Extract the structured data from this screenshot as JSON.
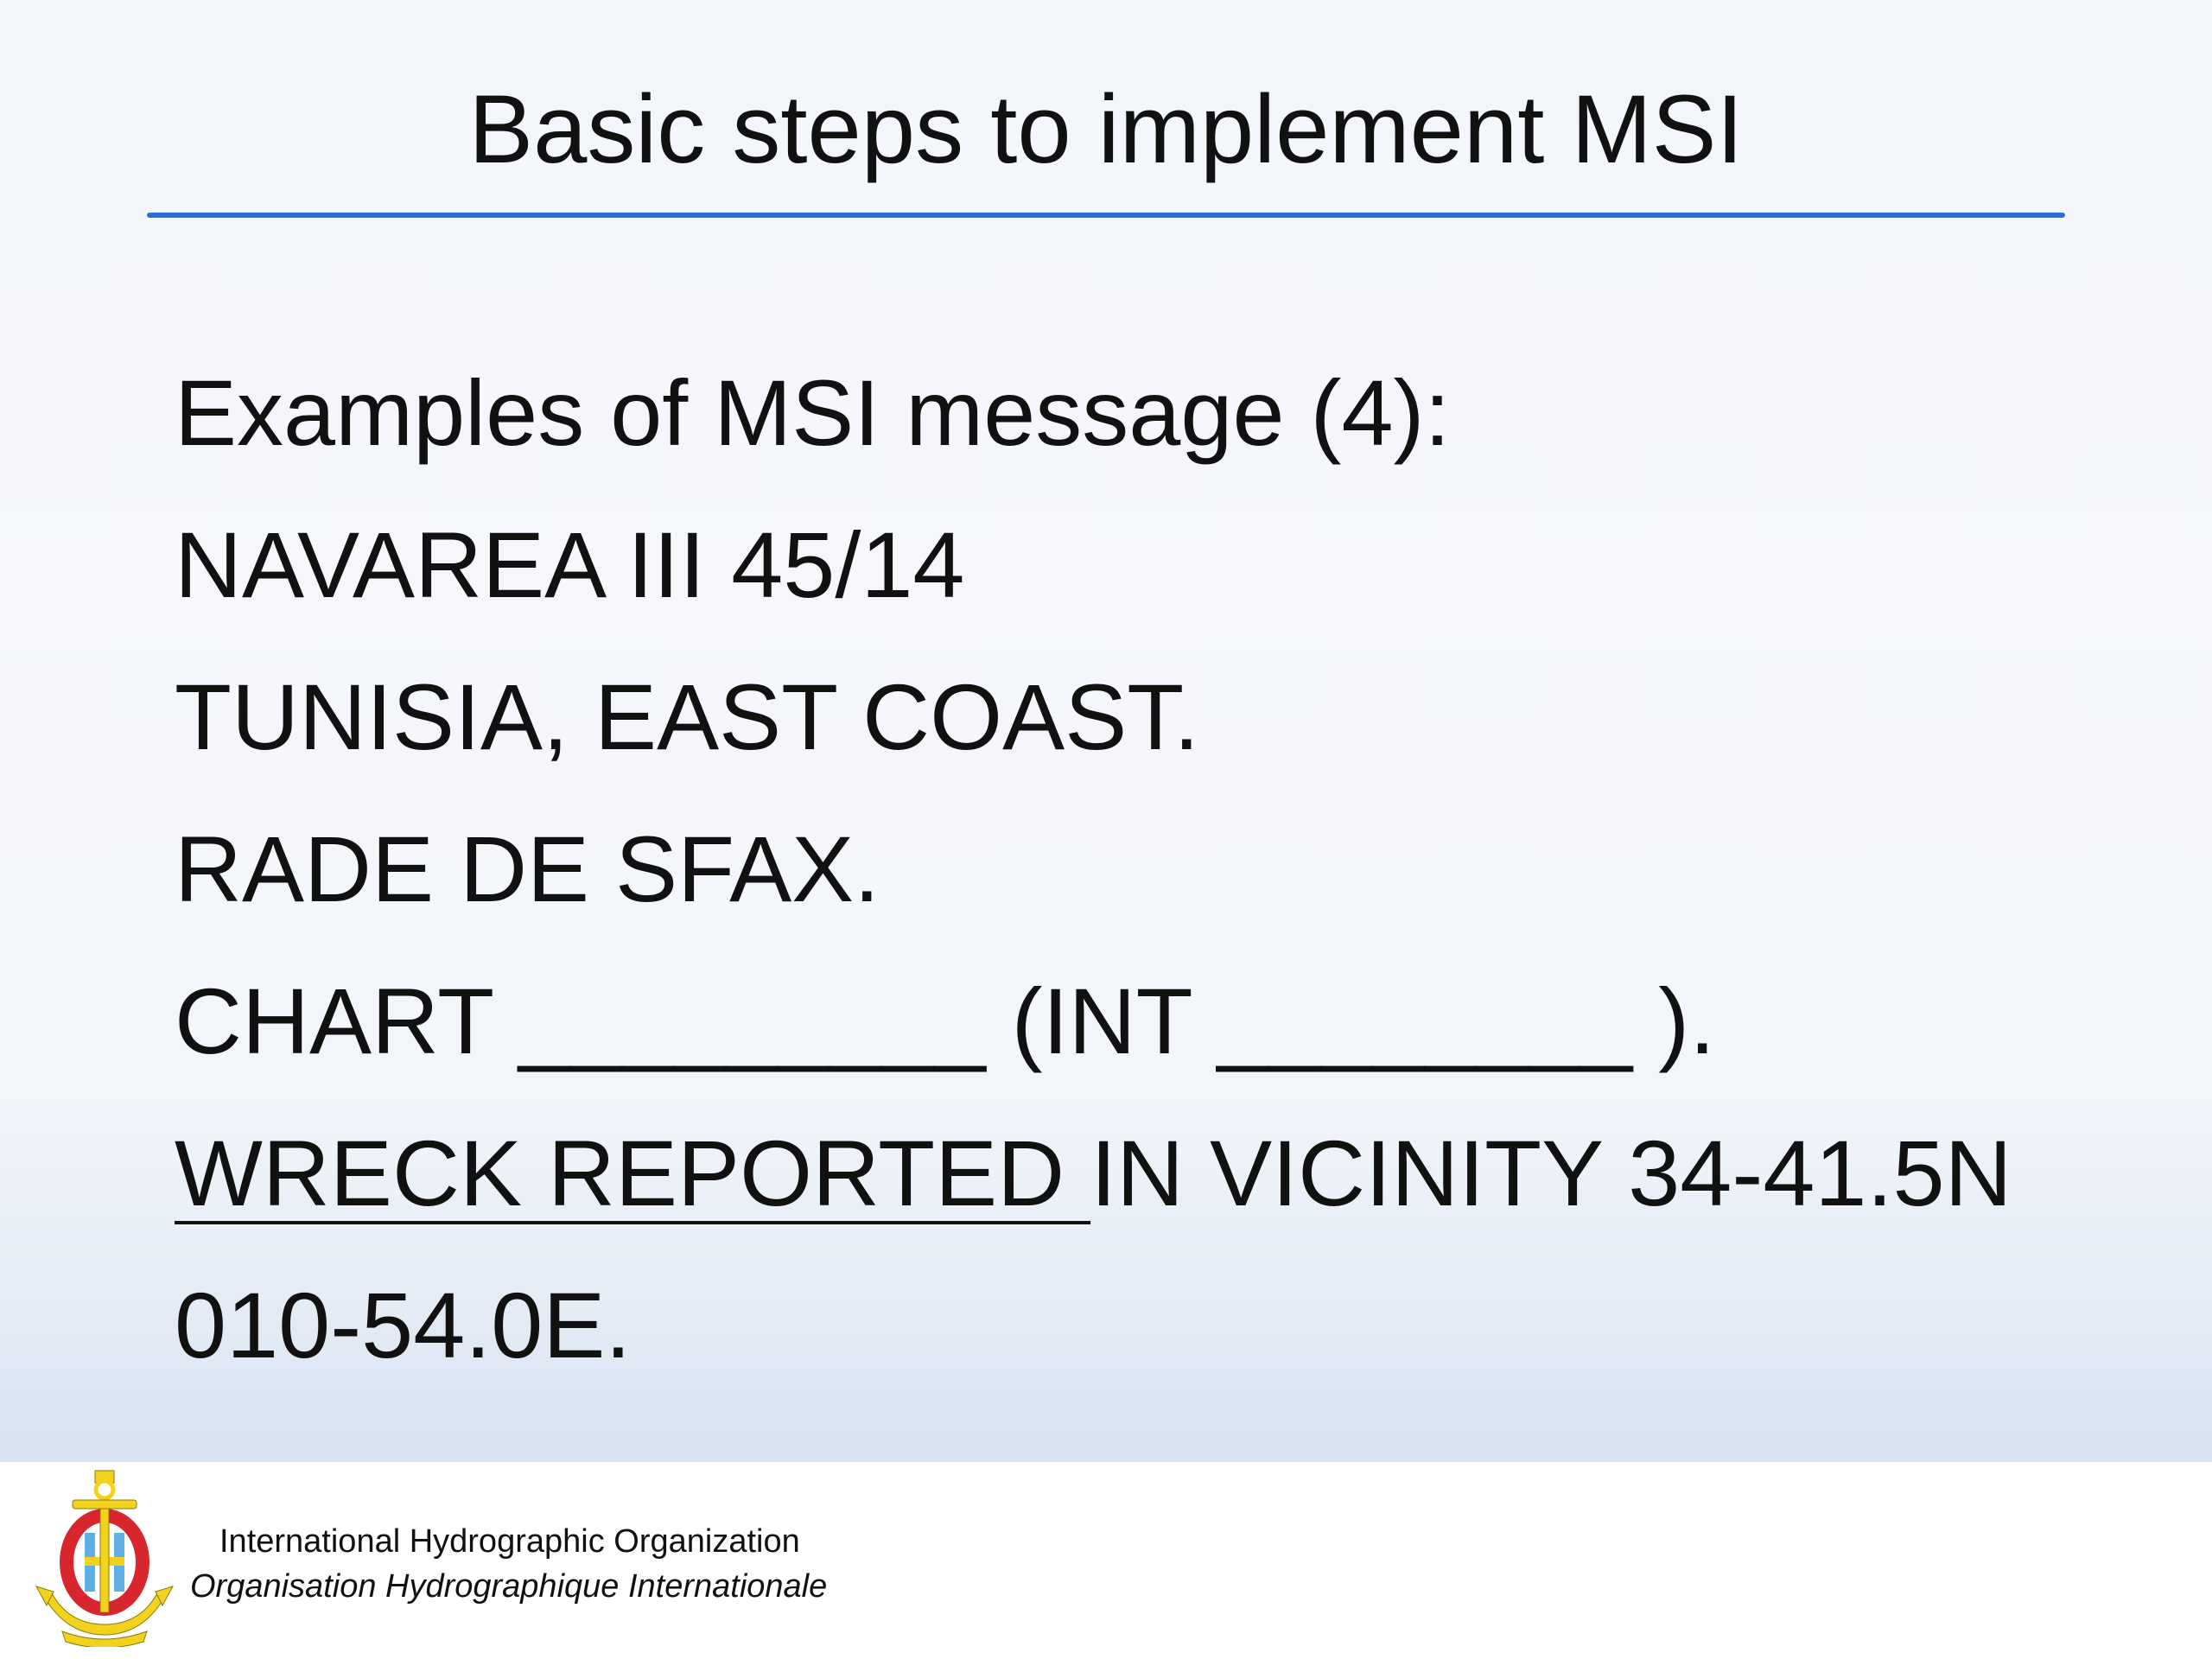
{
  "slide": {
    "title": "Basic steps to implement MSI",
    "lines": [
      "Examples of MSI message (4):",
      "NAVAREA III 45/14",
      "TUNISIA, EAST COAST.",
      "RADE DE SFAX.",
      "CHART _________ (INT ________ )."
    ],
    "wreck_underlined": "WRECK REPORTED ",
    "wreck_rest": "IN VICINITY 34-41.5N",
    "last_line": "010-54.0E."
  },
  "footer": {
    "org_name_en": "International Hydrographic Organization",
    "org_name_fr": "Organisation Hydrographique Internationale",
    "logo_icon": "iho-anchor-emblem-icon"
  },
  "colors": {
    "title_rule": "#2f6fd2",
    "logo_red": "#d8262e",
    "logo_yellow": "#f2d21c",
    "logo_blue": "#5fb0e6"
  }
}
